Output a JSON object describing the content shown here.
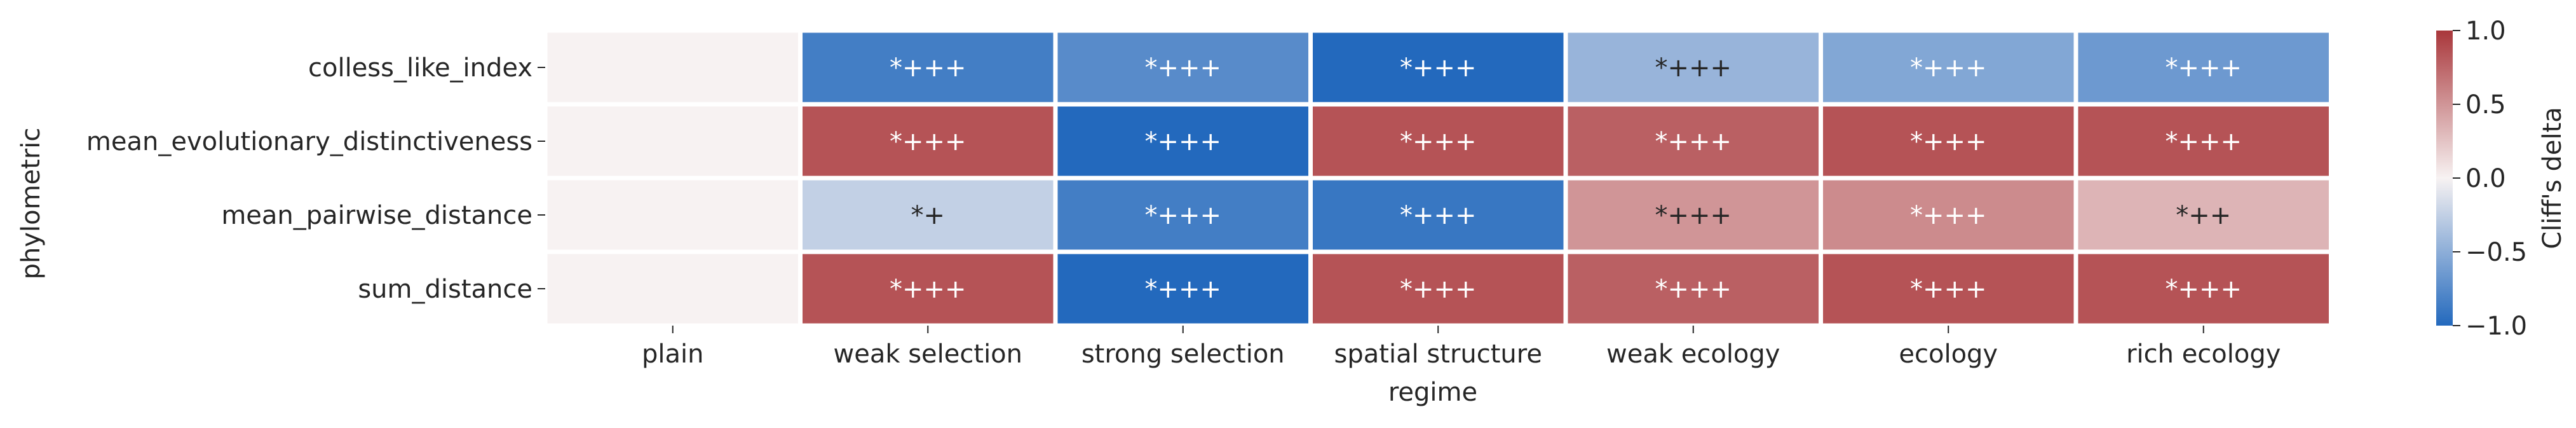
{
  "chart_data": {
    "type": "heatmap",
    "xlabel": "regime",
    "ylabel": "phylometric",
    "x_categories": [
      "plain",
      "weak selection",
      "strong selection",
      "spatial structure",
      "weak ecology",
      "ecology",
      "rich ecology"
    ],
    "y_categories": [
      "colless_like_index",
      "mean_evolutionary_distinctiveness",
      "mean_pairwise_distance",
      "sum_distance"
    ],
    "values": [
      [
        0.0,
        -0.85,
        -0.75,
        -1.0,
        -0.45,
        -0.55,
        -0.65
      ],
      [
        0.0,
        0.85,
        -1.0,
        0.85,
        0.78,
        0.85,
        0.85
      ],
      [
        0.0,
        -0.25,
        -0.85,
        -0.9,
        0.5,
        0.55,
        0.33
      ],
      [
        0.0,
        0.85,
        -1.0,
        0.85,
        0.78,
        0.85,
        0.85
      ]
    ],
    "annotations": [
      [
        "",
        "*+++",
        "*+++",
        "*+++",
        "*+++",
        "*+++",
        "*+++"
      ],
      [
        "",
        "*+++",
        "*+++",
        "*+++",
        "*+++",
        "*+++",
        "*+++"
      ],
      [
        "",
        "*+",
        "*+++",
        "*+++",
        "*+++",
        "*+++",
        "*++"
      ],
      [
        "",
        "*+++",
        "*+++",
        "*+++",
        "*+++",
        "*+++",
        "*+++"
      ]
    ],
    "colorbar": {
      "label": "Cliff's delta",
      "vmin": -1.0,
      "vmax": 1.0,
      "ticks": [
        1.0,
        0.5,
        0.0,
        -0.5,
        -1.0
      ],
      "tick_labels": [
        "1.0",
        "0.5",
        "0.0",
        "−0.5",
        "−1.0"
      ],
      "colormap": "vlag",
      "low_color": "#2369bd",
      "mid_color": "#f7f2f2",
      "high_color": "#a9373b"
    },
    "grid": false,
    "legend": "colorbar-right"
  }
}
